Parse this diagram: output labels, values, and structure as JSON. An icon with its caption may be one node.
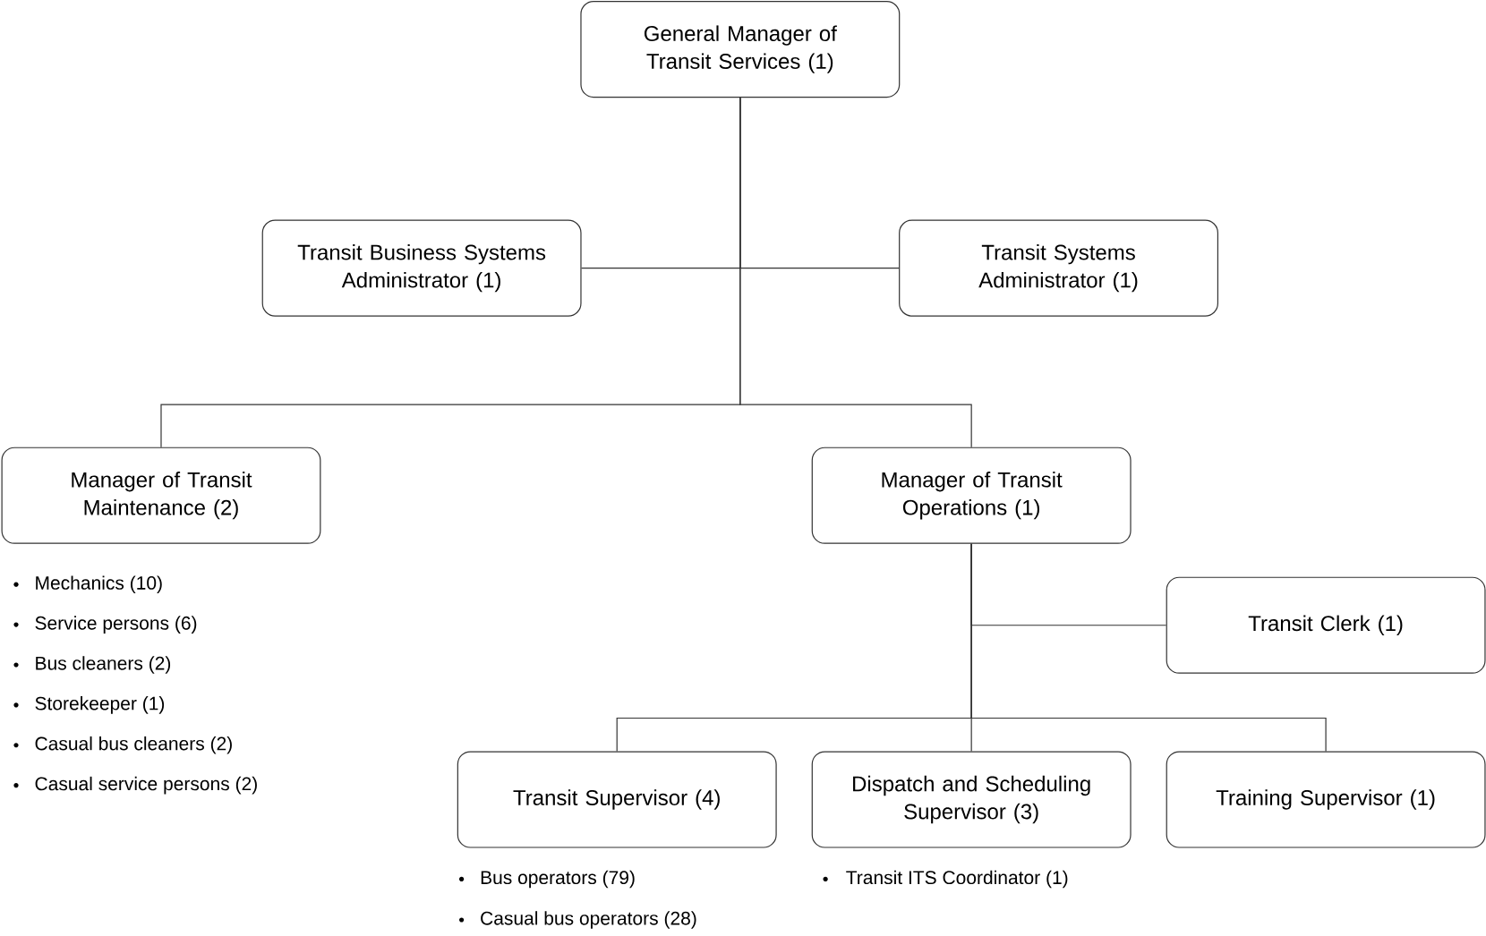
{
  "diagram": {
    "nodes": [
      {
        "text": [
          "General Manager of Transit Services (1)"
        ]
      },
      {
        "text": [
          "Transit Business Systems Administrator (1)"
        ]
      },
      {
        "text": [
          "Transit Systems Administrator (1)"
        ]
      },
      {
        "text": [
          "Manager of Transit Maintenance (2)"
        ],
        "beside": [
          "Mechanics (10)",
          "Service persons (6)",
          "Bus cleaners (2)",
          "Storekeeper (1)",
          "Casual bus cleaners (2)",
          "Casual service persons (2)"
        ]
      },
      {
        "text": [
          "Manager of Transit Operations (1)"
        ]
      },
      {
        "text": [
          "Transit Clerk (1)"
        ]
      },
      {
        "text": [
          "Transit Supervisor (4)"
        ],
        "beside": [
          "Bus operators (79)",
          "Casual bus operators (28)"
        ]
      },
      {
        "text": [
          "Dispatch and Scheduling Supervisor (3)"
        ],
        "beside": [
          "Transit ITS Coordinator (1)"
        ]
      },
      {
        "text": [
          "Training Supervisor (1)"
        ]
      }
    ],
    "edges": [
      {
        "from": 0,
        "to": 1,
        "arrow": "none"
      },
      {
        "from": 0,
        "to": 2,
        "arrow": "none"
      },
      {
        "from": 0,
        "to": 3,
        "arrow": "none"
      },
      {
        "from": 0,
        "to": 4,
        "arrow": "none"
      },
      {
        "from": 4,
        "to": 5,
        "arrow": "none"
      },
      {
        "from": 4,
        "to": 6,
        "arrow": "none"
      },
      {
        "from": 4,
        "to": 7,
        "arrow": "none"
      },
      {
        "from": 4,
        "to": 8,
        "arrow": "none"
      }
    ]
  }
}
